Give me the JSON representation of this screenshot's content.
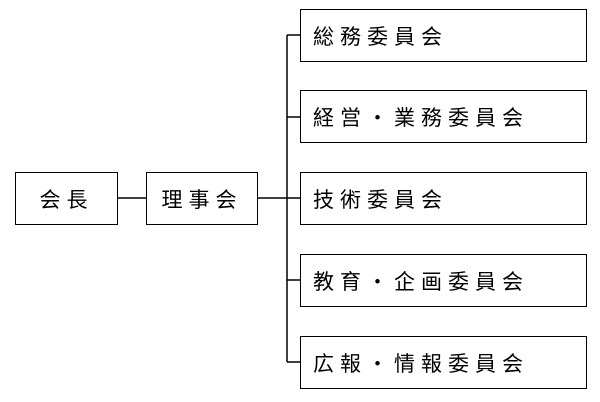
{
  "chairman": {
    "label": "会長"
  },
  "board": {
    "label": "理事会"
  },
  "committees": [
    {
      "label": "総務委員会"
    },
    {
      "label": "経営・業務委員会"
    },
    {
      "label": "技術委員会"
    },
    {
      "label": "教育・企画委員会"
    },
    {
      "label": "広報・情報委員会"
    }
  ],
  "colors": {
    "line": "#000000",
    "box_border": "#000000",
    "background": "#ffffff"
  }
}
